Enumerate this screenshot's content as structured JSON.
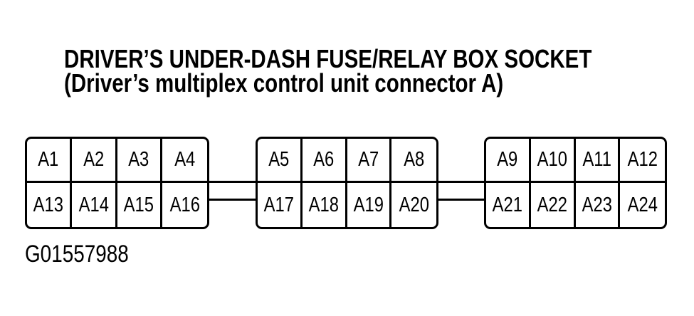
{
  "title": {
    "line1": "DRIVER’S UNDER-DASH FUSE/RELAY BOX SOCKET",
    "line2": "(Driver’s multiplex control unit connector A)"
  },
  "diagram": {
    "blocks": [
      {
        "top_row": [
          "A1",
          "A2",
          "A3",
          "A4"
        ],
        "bottom_row": [
          "A13",
          "A14",
          "A15",
          "A16"
        ]
      },
      {
        "top_row": [
          "A5",
          "A6",
          "A7",
          "A8"
        ],
        "bottom_row": [
          "A17",
          "A18",
          "A19",
          "A20"
        ]
      },
      {
        "top_row": [
          "A9",
          "A10",
          "A11",
          "A12"
        ],
        "bottom_row": [
          "A21",
          "A22",
          "A23",
          "A24"
        ]
      }
    ]
  },
  "footer": {
    "figure_code": "G01557988"
  },
  "colors": {
    "ink": "#000000",
    "background": "#ffffff"
  }
}
